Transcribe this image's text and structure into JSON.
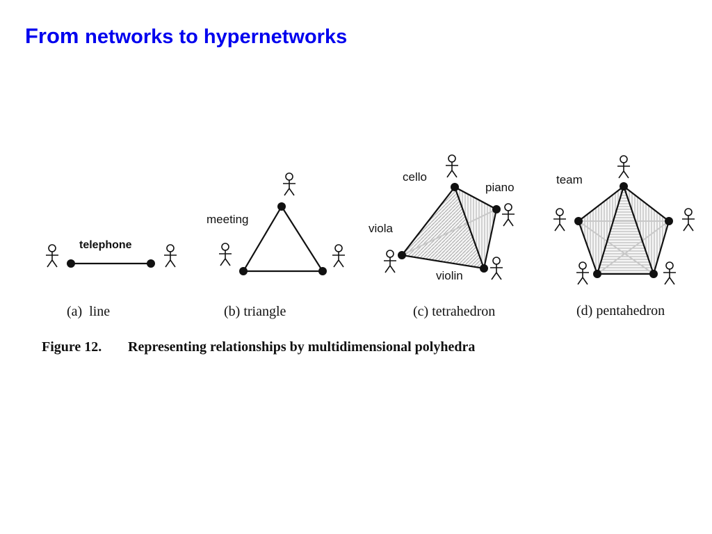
{
  "slide": {
    "title_lead": "From",
    "title_rest": "networks to hypernetworks"
  },
  "figure": {
    "caption_label": "Figure 12.",
    "caption_text": "Representing relationships by multidimensional polyhedra",
    "panels": [
      {
        "subcaption": "(a)  line",
        "labels": [
          "telephone"
        ]
      },
      {
        "subcaption": "(b) triangle",
        "labels": [
          "meeting"
        ]
      },
      {
        "subcaption": "(c) tetrahedron",
        "labels": [
          "cello",
          "piano",
          "viola",
          "violin"
        ]
      },
      {
        "subcaption": "(d) pentahedron",
        "labels": [
          "team"
        ]
      }
    ]
  },
  "colors": {
    "title": "#0000ee",
    "ink": "#111111",
    "hidden_edge": "#c8c8c8"
  },
  "icons": [
    "person-stick-figure-icon"
  ]
}
